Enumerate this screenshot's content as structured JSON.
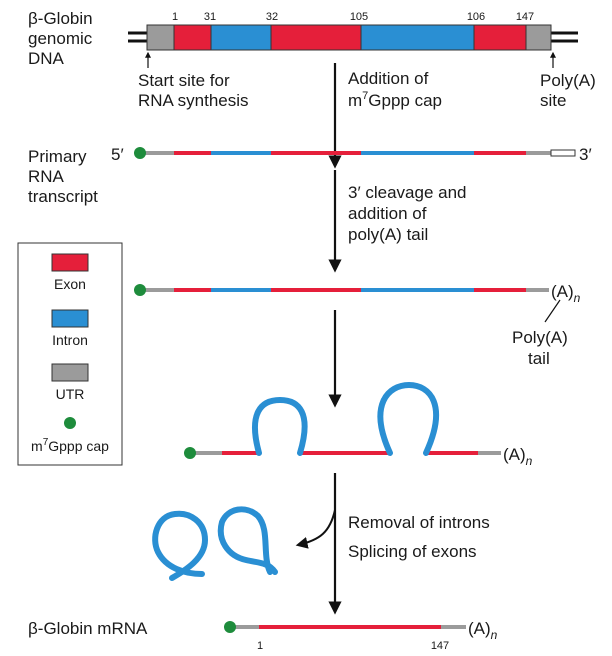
{
  "colors": {
    "exon": "#e51f3a",
    "intron": "#2a8fd3",
    "utr": "#9b9b9b",
    "cap": "#1e8c3c",
    "line": "#111111"
  },
  "labels": {
    "genomic": [
      "β-Globin",
      "genomic",
      "DNA"
    ],
    "start_site": [
      "Start site for",
      "RNA synthesis"
    ],
    "polya_site": [
      "Poly(A)",
      "site"
    ],
    "cap_step": [
      "Addition of",
      "m",
      "7",
      "Gppp cap"
    ],
    "primary": [
      "Primary",
      "RNA",
      "transcript"
    ],
    "five_prime": "5′",
    "three_prime": "3′",
    "cleavage_step": [
      "3′ cleavage and",
      "addition of",
      "poly(A) tail"
    ],
    "polya_tail": [
      "Poly(A)",
      "tail"
    ],
    "a_n": "(A)",
    "n": "n",
    "removal": "Removal of introns",
    "splicing": "Splicing of exons",
    "mrna": "β-Globin mRNA"
  },
  "positions": {
    "p1": "1",
    "p31": "31",
    "p32": "32",
    "p105": "105",
    "p106": "106",
    "p147": "147"
  },
  "legend": {
    "exon": "Exon",
    "intron": "Intron",
    "utr": "UTR",
    "cap": [
      "m",
      "7",
      "Gppp cap"
    ]
  }
}
